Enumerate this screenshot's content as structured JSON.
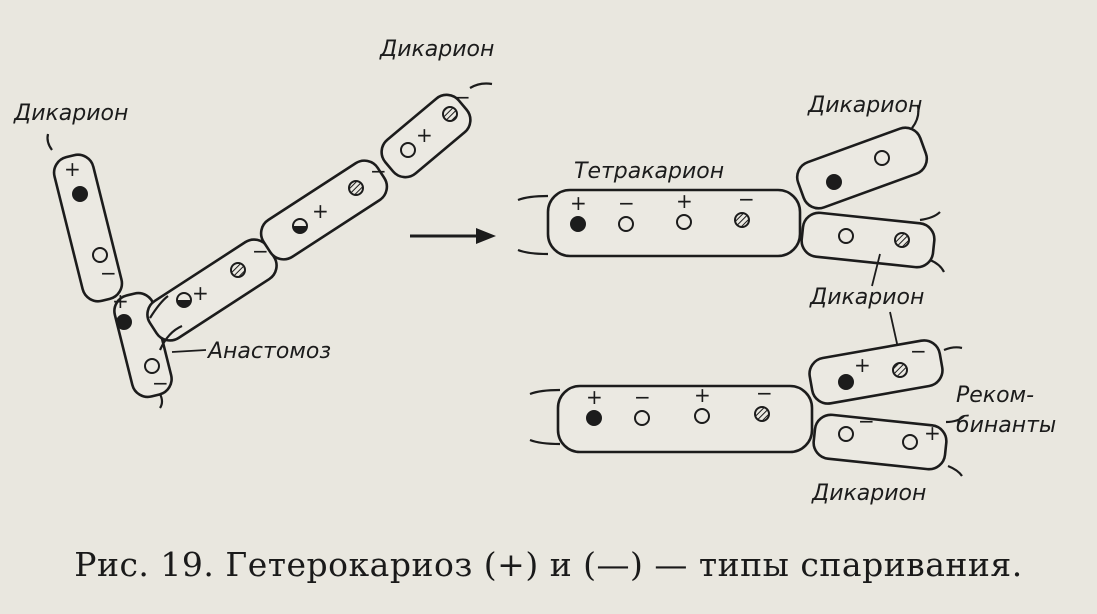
{
  "labels": {
    "dikarion": "Дикарион",
    "tetrakarion": "Тетракарион",
    "anastomoz": "Анастомоз",
    "rekom_line1": "Реком-",
    "rekom_line2": "бинанты"
  },
  "signs": {
    "plus": "+",
    "minus": "−"
  },
  "caption": "Рис. 19. Гетерокариоз (+) и (—) — типы спаривания.",
  "legend": {
    "nucleus_types": [
      "solid",
      "open",
      "half",
      "hatched"
    ]
  },
  "colors": {
    "ink": "#1c1c1c",
    "paper": "#e9e7df",
    "cell_fill": "#ebe9e2"
  }
}
